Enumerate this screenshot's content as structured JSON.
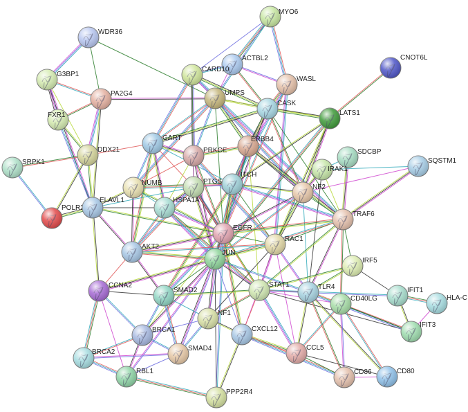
{
  "network": {
    "nodes": [
      {
        "id": "MYO6",
        "label": "MYO6",
        "color": "#c6e6a0"
      },
      {
        "id": "WDR36",
        "label": "WDR36",
        "color": "#b7c6f0"
      },
      {
        "id": "ACTBL2",
        "label": "ACTBL2",
        "color": "#a9c8ee"
      },
      {
        "id": "CNOT6L",
        "label": "CNOT6L",
        "color": "#4f56c8"
      },
      {
        "id": "G3BP1",
        "label": "G3BP1",
        "color": "#d4ebb0"
      },
      {
        "id": "PA2G4",
        "label": "PA2G4",
        "color": "#e4b0a0"
      },
      {
        "id": "CARD10",
        "label": "CARD10",
        "color": "#cfe59a"
      },
      {
        "id": "UMPS",
        "label": "UMPS",
        "color": "#c4b57a"
      },
      {
        "id": "WASL",
        "label": "WASL",
        "color": "#e4c0a8"
      },
      {
        "id": "CASK",
        "label": "CASK",
        "color": "#a6d6e2"
      },
      {
        "id": "FXR1",
        "label": "FXR1",
        "color": "#d4ebb0"
      },
      {
        "id": "LATS1",
        "label": "LATS1",
        "color": "#3f9a3a"
      },
      {
        "id": "DDX21",
        "label": "DDX21",
        "color": "#d4d49a"
      },
      {
        "id": "GART",
        "label": "GART",
        "color": "#9ec8e4"
      },
      {
        "id": "ERBB4",
        "label": "ERBB4",
        "color": "#d8a890"
      },
      {
        "id": "PRKCE",
        "label": "PRKCE",
        "color": "#d6a8a6"
      },
      {
        "id": "SDCBP",
        "label": "SDCBP",
        "color": "#a6dcc2"
      },
      {
        "id": "SQSTM1",
        "label": "SQSTM1",
        "color": "#a6cde6"
      },
      {
        "id": "SRPK1",
        "label": "SRPK1",
        "color": "#aee0c8"
      },
      {
        "id": "IRAK1",
        "label": "IRAK1",
        "color": "#c6e6a8"
      },
      {
        "id": "NUMB",
        "label": "NUMB",
        "color": "#e8e0b0"
      },
      {
        "id": "PTGS2",
        "label": "PTGS2",
        "color": "#c2dcb0"
      },
      {
        "id": "ITCH",
        "label": "ITCH",
        "color": "#9ed0d8"
      },
      {
        "id": "NF2",
        "label": "NF2",
        "color": "#e6c6a8"
      },
      {
        "id": "POLR2E",
        "label": "POLR2E",
        "color": "#e24a4a"
      },
      {
        "id": "ELAVL1",
        "label": "ELAVL1",
        "color": "#a6c6e4"
      },
      {
        "id": "HSPA1A",
        "label": "HSPA1A",
        "color": "#a6dcd2"
      },
      {
        "id": "TRAF6",
        "label": "TRAF6",
        "color": "#e4c0ac"
      },
      {
        "id": "EGFR",
        "label": "EGFR",
        "color": "#e0a2ae"
      },
      {
        "id": "AKT2",
        "label": "AKT2",
        "color": "#a6c6e4"
      },
      {
        "id": "RAC1",
        "label": "RAC1",
        "color": "#e2d8a6"
      },
      {
        "id": "JUN",
        "label": "JUN",
        "color": "#8ed49a"
      },
      {
        "id": "IRF5",
        "label": "IRF5",
        "color": "#dcecb0"
      },
      {
        "id": "CCNA2",
        "label": "CCNA2",
        "color": "#a66ad4"
      },
      {
        "id": "STAT1",
        "label": "STAT1",
        "color": "#cfe6b0"
      },
      {
        "id": "TLR4",
        "label": "TLR4",
        "color": "#a6d2e0"
      },
      {
        "id": "SMAD2",
        "label": "SMAD2",
        "color": "#8ed4c2"
      },
      {
        "id": "IFIT1",
        "label": "IFIT1",
        "color": "#a6dccc"
      },
      {
        "id": "CD40LG",
        "label": "CD40LG",
        "color": "#a6dca6"
      },
      {
        "id": "HLA-C",
        "label": "HLA-C",
        "color": "#a6dce0"
      },
      {
        "id": "NF1",
        "label": "NF1",
        "color": "#d8e0a6"
      },
      {
        "id": "IFIT3",
        "label": "IFIT3",
        "color": "#9edcae"
      },
      {
        "id": "BRCA1",
        "label": "BRCA1",
        "color": "#a6b8e0"
      },
      {
        "id": "CXCL12",
        "label": "CXCL12",
        "color": "#a6c6e4"
      },
      {
        "id": "SMAD4",
        "label": "SMAD4",
        "color": "#e6c8a6"
      },
      {
        "id": "CCL5",
        "label": "CCL5",
        "color": "#e2aaa6"
      },
      {
        "id": "BRCA2",
        "label": "BRCA2",
        "color": "#a6dce0"
      },
      {
        "id": "RBL1",
        "label": "RBL1",
        "color": "#8ed4a6"
      },
      {
        "id": "CD86",
        "label": "CD86",
        "color": "#e4c0ac"
      },
      {
        "id": "CD80",
        "label": "CD80",
        "color": "#8ec0e8"
      },
      {
        "id": "PPP2R4",
        "label": "PPP2R4",
        "color": "#d4e0a0"
      }
    ],
    "edges": [
      [
        "WDR36",
        "G3BP1"
      ],
      [
        "WDR36",
        "PA2G4"
      ],
      [
        "WDR36",
        "UMPS"
      ],
      [
        "G3BP1",
        "PA2G4"
      ],
      [
        "G3BP1",
        "FXR1"
      ],
      [
        "G3BP1",
        "ELAVL1"
      ],
      [
        "G3BP1",
        "DDX21"
      ],
      [
        "PA2G4",
        "FXR1"
      ],
      [
        "PA2G4",
        "DDX21"
      ],
      [
        "PA2G4",
        "ELAVL1"
      ],
      [
        "PA2G4",
        "UMPS"
      ],
      [
        "FXR1",
        "DDX21"
      ],
      [
        "FXR1",
        "ELAVL1"
      ],
      [
        "DDX21",
        "ELAVL1"
      ],
      [
        "DDX21",
        "POLR2E"
      ],
      [
        "DDX21",
        "GART"
      ],
      [
        "SRPK1",
        "POLR2E"
      ],
      [
        "SRPK1",
        "DDX21"
      ],
      [
        "POLR2E",
        "ELAVL1"
      ],
      [
        "MYO6",
        "CARD10"
      ],
      [
        "MYO6",
        "ACTBL2"
      ],
      [
        "MYO6",
        "WASL"
      ],
      [
        "MYO6",
        "UMPS"
      ],
      [
        "ACTBL2",
        "CARD10"
      ],
      [
        "ACTBL2",
        "CASK"
      ],
      [
        "ACTBL2",
        "WASL"
      ],
      [
        "ACTBL2",
        "UMPS"
      ],
      [
        "CARD10",
        "UMPS"
      ],
      [
        "CARD10",
        "CASK"
      ],
      [
        "CARD10",
        "GART"
      ],
      [
        "CARD10",
        "PRKCE"
      ],
      [
        "CARD10",
        "PTGS2"
      ],
      [
        "CARD10",
        "TRAF6"
      ],
      [
        "UMPS",
        "CASK"
      ],
      [
        "UMPS",
        "GART"
      ],
      [
        "UMPS",
        "LATS1"
      ],
      [
        "UMPS",
        "ERBB4"
      ],
      [
        "UMPS",
        "PRKCE"
      ],
      [
        "UMPS",
        "NUMB"
      ],
      [
        "UMPS",
        "EGFR"
      ],
      [
        "UMPS",
        "NF2"
      ],
      [
        "WASL",
        "CASK"
      ],
      [
        "WASL",
        "EGFR"
      ],
      [
        "WASL",
        "RAC1"
      ],
      [
        "WASL",
        "ITCH"
      ],
      [
        "CASK",
        "GART"
      ],
      [
        "CASK",
        "LATS1"
      ],
      [
        "CASK",
        "ERBB4"
      ],
      [
        "CASK",
        "ITCH"
      ],
      [
        "CASK",
        "EGFR"
      ],
      [
        "CASK",
        "NF2"
      ],
      [
        "CASK",
        "TRAF6"
      ],
      [
        "CNOT6L",
        "LATS1"
      ],
      [
        "LATS1",
        "NF2"
      ],
      [
        "LATS1",
        "ITCH"
      ],
      [
        "LATS1",
        "JUN"
      ],
      [
        "LATS1",
        "RAC1"
      ],
      [
        "GART",
        "PRKCE"
      ],
      [
        "GART",
        "NUMB"
      ],
      [
        "GART",
        "ITCH"
      ],
      [
        "GART",
        "PTGS2"
      ],
      [
        "GART",
        "HSPA1A"
      ],
      [
        "GART",
        "AKT2"
      ],
      [
        "ERBB4",
        "ITCH"
      ],
      [
        "ERBB4",
        "EGFR"
      ],
      [
        "ERBB4",
        "JUN"
      ],
      [
        "ERBB4",
        "STAT1"
      ],
      [
        "ERBB4",
        "PRKCE"
      ],
      [
        "ERBB4",
        "NF2"
      ],
      [
        "ERBB4",
        "TRAF6"
      ],
      [
        "PRKCE",
        "EGFR"
      ],
      [
        "PRKCE",
        "HSPA1A"
      ],
      [
        "PRKCE",
        "PTGS2"
      ],
      [
        "PRKCE",
        "NUMB"
      ],
      [
        "PRKCE",
        "RAC1"
      ],
      [
        "PRKCE",
        "JUN"
      ],
      [
        "SDCBP",
        "IRAK1"
      ],
      [
        "SDCBP",
        "TRAF6"
      ],
      [
        "SQSTM1",
        "TRAF6"
      ],
      [
        "SQSTM1",
        "IRAK1"
      ],
      [
        "SQSTM1",
        "NF2"
      ],
      [
        "IRAK1",
        "TRAF6"
      ],
      [
        "IRAK1",
        "NF2"
      ],
      [
        "IRAK1",
        "TLR4"
      ],
      [
        "NUMB",
        "ELAVL1"
      ],
      [
        "NUMB",
        "ITCH"
      ],
      [
        "NUMB",
        "EGFR"
      ],
      [
        "NUMB",
        "HSPA1A"
      ],
      [
        "NUMB",
        "AKT2"
      ],
      [
        "PTGS2",
        "EGFR"
      ],
      [
        "PTGS2",
        "JUN"
      ],
      [
        "PTGS2",
        "ITCH"
      ],
      [
        "PTGS2",
        "HSPA1A"
      ],
      [
        "PTGS2",
        "STAT1"
      ],
      [
        "PTGS2",
        "AKT2"
      ],
      [
        "ITCH",
        "EGFR"
      ],
      [
        "ITCH",
        "JUN"
      ],
      [
        "ITCH",
        "RAC1"
      ],
      [
        "ITCH",
        "SMAD2"
      ],
      [
        "ITCH",
        "NF2"
      ],
      [
        "ITCH",
        "TRAF6"
      ],
      [
        "ITCH",
        "NF1"
      ],
      [
        "NF2",
        "RAC1"
      ],
      [
        "NF2",
        "TRAF6"
      ],
      [
        "NF2",
        "EGFR"
      ],
      [
        "NF2",
        "TLR4"
      ],
      [
        "NF2",
        "JUN"
      ],
      [
        "ELAVL1",
        "HSPA1A"
      ],
      [
        "ELAVL1",
        "EGFR"
      ],
      [
        "ELAVL1",
        "AKT2"
      ],
      [
        "ELAVL1",
        "CCNA2"
      ],
      [
        "ELAVL1",
        "PTGS2"
      ],
      [
        "HSPA1A",
        "EGFR"
      ],
      [
        "HSPA1A",
        "JUN"
      ],
      [
        "HSPA1A",
        "AKT2"
      ],
      [
        "HSPA1A",
        "STAT1"
      ],
      [
        "TRAF6",
        "RAC1"
      ],
      [
        "TRAF6",
        "TLR4"
      ],
      [
        "TRAF6",
        "IRF5"
      ],
      [
        "TRAF6",
        "JUN"
      ],
      [
        "TRAF6",
        "EGFR"
      ],
      [
        "TRAF6",
        "CD40LG"
      ],
      [
        "TRAF6",
        "STAT1"
      ],
      [
        "EGFR",
        "JUN"
      ],
      [
        "EGFR",
        "RAC1"
      ],
      [
        "EGFR",
        "STAT1"
      ],
      [
        "EGFR",
        "AKT2"
      ],
      [
        "EGFR",
        "SMAD2"
      ],
      [
        "EGFR",
        "NF1"
      ],
      [
        "EGFR",
        "CXCL12"
      ],
      [
        "EGFR",
        "PPP2R4"
      ],
      [
        "EGFR",
        "BRCA1"
      ],
      [
        "AKT2",
        "JUN"
      ],
      [
        "AKT2",
        "CCNA2"
      ],
      [
        "AKT2",
        "SMAD2"
      ],
      [
        "AKT2",
        "RAC1"
      ],
      [
        "RAC1",
        "JUN"
      ],
      [
        "RAC1",
        "STAT1"
      ],
      [
        "RAC1",
        "TLR4"
      ],
      [
        "RAC1",
        "NF1"
      ],
      [
        "RAC1",
        "CXCL12"
      ],
      [
        "RAC1",
        "CCL5"
      ],
      [
        "JUN",
        "STAT1"
      ],
      [
        "JUN",
        "SMAD2"
      ],
      [
        "JUN",
        "NF1"
      ],
      [
        "JUN",
        "SMAD4"
      ],
      [
        "JUN",
        "BRCA1"
      ],
      [
        "JUN",
        "CCNA2"
      ],
      [
        "JUN",
        "CXCL12"
      ],
      [
        "JUN",
        "TLR4"
      ],
      [
        "JUN",
        "RBL1"
      ],
      [
        "JUN",
        "PPP2R4"
      ],
      [
        "IRF5",
        "TLR4"
      ],
      [
        "IRF5",
        "STAT1"
      ],
      [
        "IRF5",
        "IFIT1"
      ],
      [
        "CCNA2",
        "BRCA1"
      ],
      [
        "CCNA2",
        "BRCA2"
      ],
      [
        "CCNA2",
        "RBL1"
      ],
      [
        "CCNA2",
        "SMAD2"
      ],
      [
        "STAT1",
        "TLR4"
      ],
      [
        "STAT1",
        "CD40LG"
      ],
      [
        "STAT1",
        "IFIT1"
      ],
      [
        "STAT1",
        "IFIT3"
      ],
      [
        "STAT1",
        "CXCL12"
      ],
      [
        "STAT1",
        "CCL5"
      ],
      [
        "STAT1",
        "NF1"
      ],
      [
        "STAT1",
        "SMAD2"
      ],
      [
        "TLR4",
        "CD40LG"
      ],
      [
        "TLR4",
        "CD86"
      ],
      [
        "TLR4",
        "CD80"
      ],
      [
        "TLR4",
        "CCL5"
      ],
      [
        "TLR4",
        "IFIT3"
      ],
      [
        "SMAD2",
        "SMAD4"
      ],
      [
        "SMAD2",
        "BRCA1"
      ],
      [
        "SMAD2",
        "NF1"
      ],
      [
        "IFIT1",
        "IFIT3"
      ],
      [
        "IFIT1",
        "HLA-C"
      ],
      [
        "IFIT3",
        "HLA-C"
      ],
      [
        "IFIT3",
        "CD40LG"
      ],
      [
        "CD40LG",
        "CD86"
      ],
      [
        "CD40LG",
        "CD80"
      ],
      [
        "CD40LG",
        "CCL5"
      ],
      [
        "CD40LG",
        "IFIT3"
      ],
      [
        "NF1",
        "SMAD4"
      ],
      [
        "NF1",
        "BRCA1"
      ],
      [
        "NF1",
        "CXCL12"
      ],
      [
        "BRCA1",
        "BRCA2"
      ],
      [
        "BRCA1",
        "RBL1"
      ],
      [
        "BRCA1",
        "SMAD4"
      ],
      [
        "CXCL12",
        "CCL5"
      ],
      [
        "CXCL12",
        "CD86"
      ],
      [
        "CXCL12",
        "PPP2R4"
      ],
      [
        "SMAD4",
        "RBL1"
      ],
      [
        "SMAD4",
        "BRCA2"
      ],
      [
        "CCL5",
        "CD86"
      ],
      [
        "CCL5",
        "CD80"
      ],
      [
        "BRCA2",
        "RBL1"
      ],
      [
        "CD86",
        "CD80"
      ],
      [
        "PPP2R4",
        "RBL1"
      ]
    ],
    "edge_colors": [
      "#b9d93c",
      "#d04ad0",
      "#33aabb",
      "#2f7f2f",
      "#333333",
      "#6f6fe0",
      "#e05a5a"
    ]
  }
}
